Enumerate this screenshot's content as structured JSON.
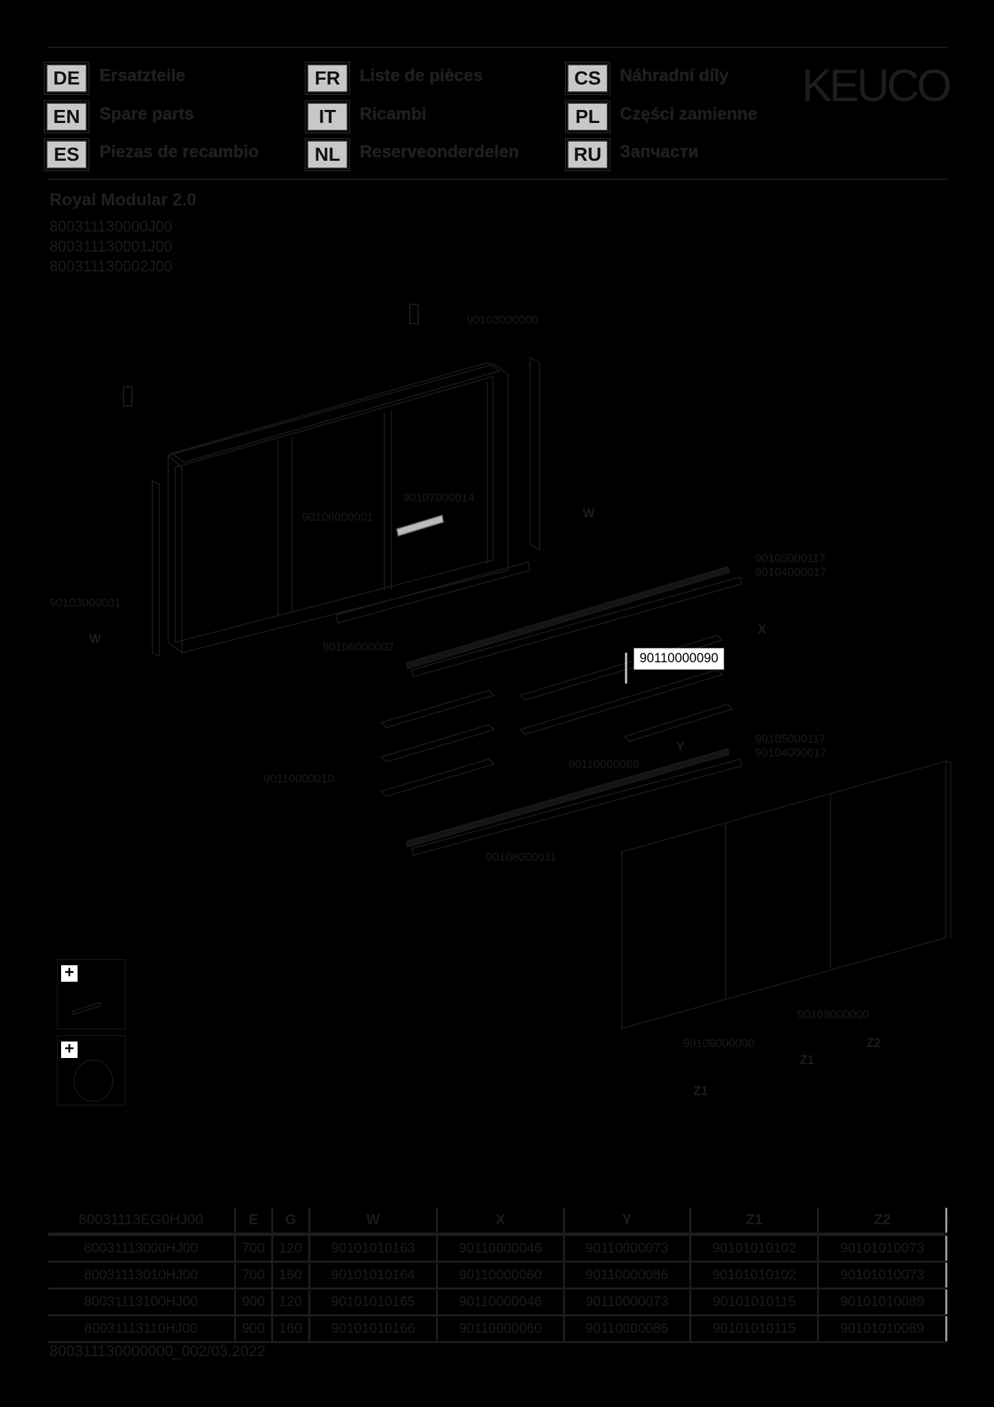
{
  "header": {
    "languages": [
      {
        "code": "DE",
        "label": "Ersatzteile"
      },
      {
        "code": "EN",
        "label": "Spare parts"
      },
      {
        "code": "ES",
        "label": "Piezas de recambio"
      },
      {
        "code": "FR",
        "label": "Liste de pièces"
      },
      {
        "code": "IT",
        "label": "Ricambi"
      },
      {
        "code": "NL",
        "label": "Reserveonderdelen"
      },
      {
        "code": "CS",
        "label": "Náhradní díly"
      },
      {
        "code": "PL",
        "label": "Części zamienne"
      },
      {
        "code": "RU",
        "label": "Запчасти"
      }
    ],
    "brand": "KEUCO"
  },
  "product": {
    "name": "Royal Modular 2.0",
    "articles": [
      "800311130000J00",
      "800311130001J00",
      "800311130002J00"
    ]
  },
  "diagram": {
    "part_labels": [
      {
        "id": "p1",
        "text": "90103000000"
      },
      {
        "id": "p2",
        "text": "90107000014"
      },
      {
        "id": "p3",
        "text": "90106000001"
      },
      {
        "id": "p4",
        "text": "90103000001"
      },
      {
        "id": "p5",
        "text": "90106000002"
      },
      {
        "id": "p6",
        "text": "90105000117"
      },
      {
        "id": "p7",
        "text": "90104000017"
      },
      {
        "id": "p8",
        "text": "90105000117"
      },
      {
        "id": "p9",
        "text": "90104000017"
      },
      {
        "id": "p10",
        "text": "90110000089"
      },
      {
        "id": "p11",
        "text": "90110000010"
      },
      {
        "id": "p12",
        "text": "90108000011"
      },
      {
        "id": "p13",
        "text": "90109000000"
      },
      {
        "id": "p14",
        "text": "90109000000"
      }
    ],
    "highlighted_label": "90110000090",
    "variable_labels": {
      "w_left": "W",
      "w_right": "W",
      "x": "X",
      "y": "Y",
      "z1_a": "Z1",
      "z1_b": "Z1",
      "z2": "Z2"
    },
    "accessory_icon": "+"
  },
  "table": {
    "headers": [
      "80031113EG0HJ00",
      "E",
      "G",
      "W",
      "X",
      "Y",
      "Z1",
      "Z2"
    ],
    "rows": [
      [
        "80031113000HJ00",
        "700",
        "120",
        "90101010163",
        "90110000046",
        "90110000073",
        "90101010102",
        "90101010073"
      ],
      [
        "80031113010HJ00",
        "700",
        "160",
        "90101010164",
        "90110000060",
        "90110000086",
        "90101010102",
        "90101010073"
      ],
      [
        "80031113100HJ00",
        "900",
        "120",
        "90101010165",
        "90110000046",
        "90110000073",
        "90101010115",
        "90101010089"
      ],
      [
        "80031113110HJ00",
        "900",
        "160",
        "90101010166",
        "90110000060",
        "90110000086",
        "90101010115",
        "90101010089"
      ]
    ]
  },
  "footer": {
    "doc_id": "800311130000000_002/03.2022"
  },
  "colors": {
    "background": "#000000",
    "text": "#1e1e1e",
    "badge": "#c8c8c8",
    "callout": "#ffffff"
  }
}
